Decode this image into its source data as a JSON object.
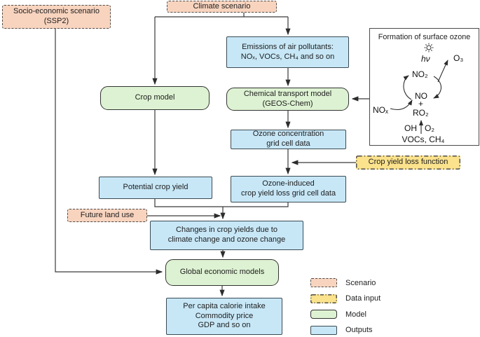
{
  "nodes": {
    "socio_economic_scenario": {
      "label": "Socio-economic scenario\n(SSP2)"
    },
    "climate_scenario": {
      "label": "Climate scenario"
    },
    "emissions": {
      "label": "Emissions of air pollutants:\nNOₓ, VOCs, CH₄ and so on"
    },
    "crop_model": {
      "label": "Crop model"
    },
    "chemical_transport_model": {
      "label": "Chemical transport model\n(GEOS-Chem)"
    },
    "ozone_concentration": {
      "label": "Ozone concentration\ngrid cell data"
    },
    "crop_yield_loss_function": {
      "label": "Crop yield loss function"
    },
    "ozone_induced_loss": {
      "label": "Ozone-induced\ncrop yield loss grid cell data"
    },
    "potential_crop_yield": {
      "label": "Potential crop yield"
    },
    "future_land_use": {
      "label": "Future land use"
    },
    "yield_changes": {
      "label": "Changes in crop yields due to\nclimate change and ozone change"
    },
    "global_economic_models": {
      "label": "Global economic models"
    },
    "economic_outputs": {
      "label": "Per capita calorie intake\nCommodity price\nGDP and so on"
    }
  },
  "ozone_panel": {
    "title": "Formation of surface ozone",
    "labels": {
      "hv": "hν",
      "o3": "O₃",
      "no2": "NO₂",
      "no": "NO",
      "plus": "+",
      "ro2": "RO₂",
      "nox": "NOₓ",
      "oh": "OH",
      "o2": "O₂",
      "vocs_ch4": "VOCs, CH₄"
    }
  },
  "legend": {
    "items": [
      {
        "key": "scenario",
        "label": "Scenario"
      },
      {
        "key": "data_input",
        "label": "Data input"
      },
      {
        "key": "model",
        "label": "Model"
      },
      {
        "key": "outputs",
        "label": "Outputs"
      }
    ]
  },
  "colors": {
    "scenario_fill": "#f8d4bf",
    "data_input_fill": "#fbe28c",
    "model_fill": "#ddf2d2",
    "outputs_fill": "#c7e7f7"
  }
}
